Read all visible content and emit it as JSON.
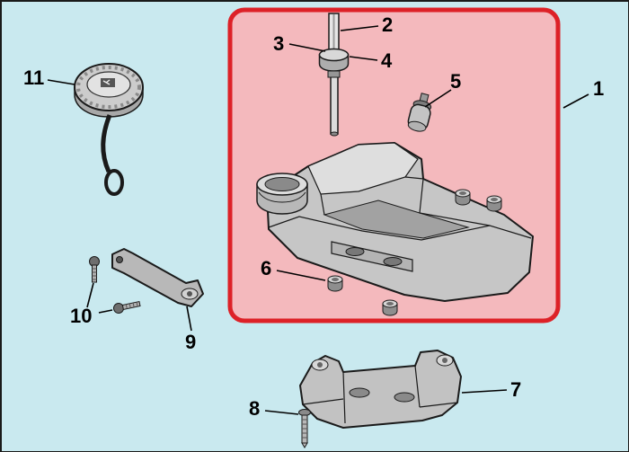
{
  "colors": {
    "background": "#c9e9ef",
    "highlight_box_fill": "#f4b9bd",
    "highlight_box_border": "#dd2127",
    "outline": "#1a1a1a"
  },
  "callouts": [
    {
      "label": "1"
    },
    {
      "label": "2"
    },
    {
      "label": "3"
    },
    {
      "label": "4"
    },
    {
      "label": "5"
    },
    {
      "label": "6"
    },
    {
      "label": "7"
    },
    {
      "label": "8"
    },
    {
      "label": "9"
    },
    {
      "label": "10"
    },
    {
      "label": "11"
    }
  ]
}
